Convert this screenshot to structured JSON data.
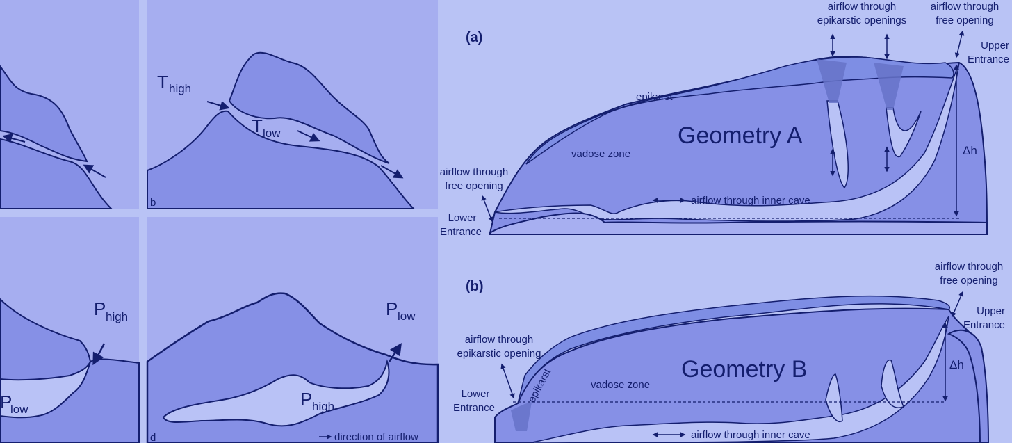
{
  "left_panels": {
    "b": {
      "letter": "b",
      "t_high": "T",
      "t_high_sub": "high",
      "t_low": "T",
      "t_low_sub": "low"
    },
    "c": {
      "p_high": "P",
      "p_high_sub": "high",
      "p_low": "P",
      "p_low_sub": "low"
    },
    "d": {
      "letter": "d",
      "p_low": "P",
      "p_low_sub": "low",
      "p_high": "P",
      "p_high_sub": "high",
      "legend": "direction of airflow"
    }
  },
  "geometry_a": {
    "panel_label": "(a)",
    "title": "Geometry A",
    "epikarst": "epikarst",
    "vadose": "vadose zone",
    "epi_openings_1": "airflow through",
    "epi_openings_2": "epikarstic openings",
    "free_top_1": "airflow through",
    "free_top_2": "free opening",
    "upper_1": "Upper",
    "upper_2": "Entrance",
    "free_left_1": "airflow through",
    "free_left_2": "free opening",
    "lower_1": "Lower",
    "lower_2": "Entrance",
    "inner_cave": "airflow through inner cave",
    "delta_h": "Δh"
  },
  "geometry_b": {
    "panel_label": "(b)",
    "title": "Geometry B",
    "epikarst": "epikarst",
    "vadose": "vadose zone",
    "free_top_1": "airflow through",
    "free_top_2": "free opening",
    "upper_1": "Upper",
    "upper_2": "Entrance",
    "epi_opening_1": "airflow through",
    "epi_opening_2": "epikarstic opening",
    "lower_1": "Lower",
    "lower_2": "Entrance",
    "inner_cave": "airflow through inner cave",
    "delta_h": "Δh"
  },
  "colors": {
    "background": "#b9c3f5",
    "panel_bg": "#a6aef0",
    "rock": "#8690e6",
    "cave": "#b9c2f6",
    "epikarst": "#7e8ee4",
    "line": "#141e6e"
  }
}
